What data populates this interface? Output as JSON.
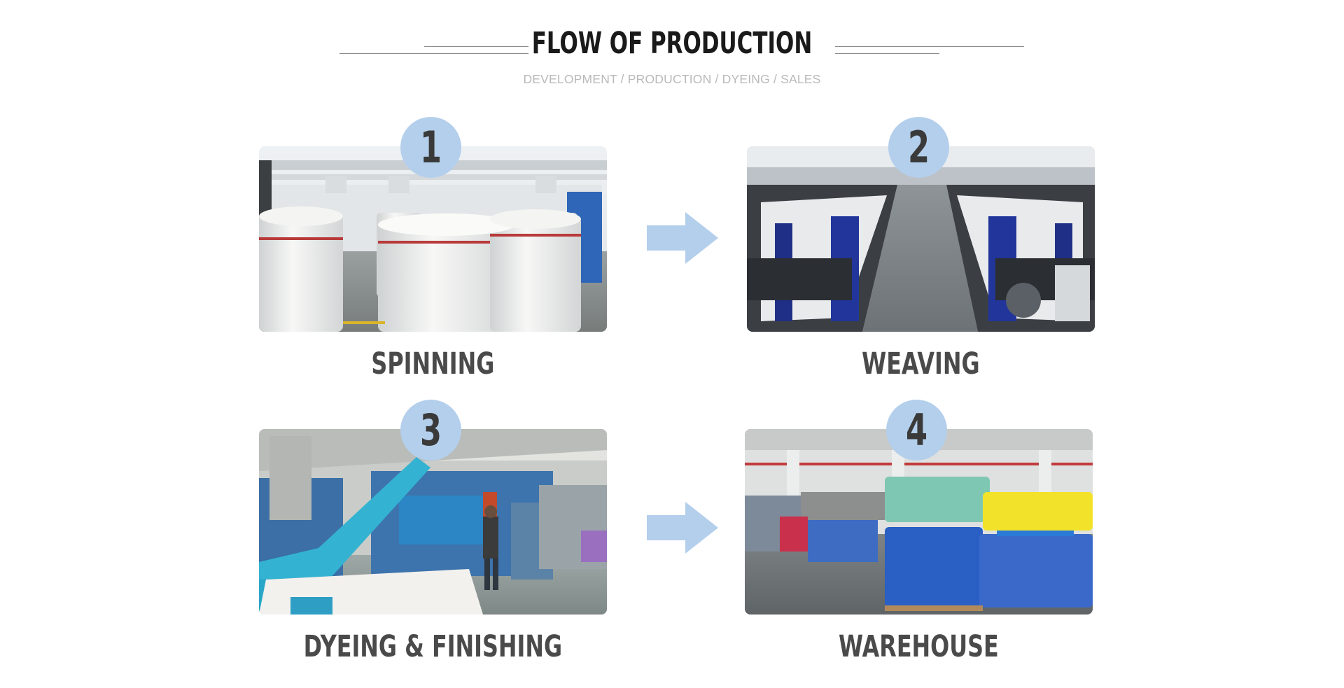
{
  "header": {
    "title": "FLOW OF PRODUCTION",
    "subtitle": "DEVELOPMENT / PRODUCTION / DYEING / SALES"
  },
  "steps": [
    {
      "number": "1",
      "label": "SPINNING"
    },
    {
      "number": "2",
      "label": "WEAVING"
    },
    {
      "number": "3",
      "label": "DYEING & FINISHING"
    },
    {
      "number": "4",
      "label": "WAREHOUSE"
    }
  ],
  "colors": {
    "badge": "#b4cfec",
    "arrow": "#b4cfec",
    "title": "#1a1a1a",
    "label": "#4a4a4a",
    "subtitle": "#b9b9b9"
  },
  "icons": {
    "arrow": "arrow-right-icon"
  }
}
